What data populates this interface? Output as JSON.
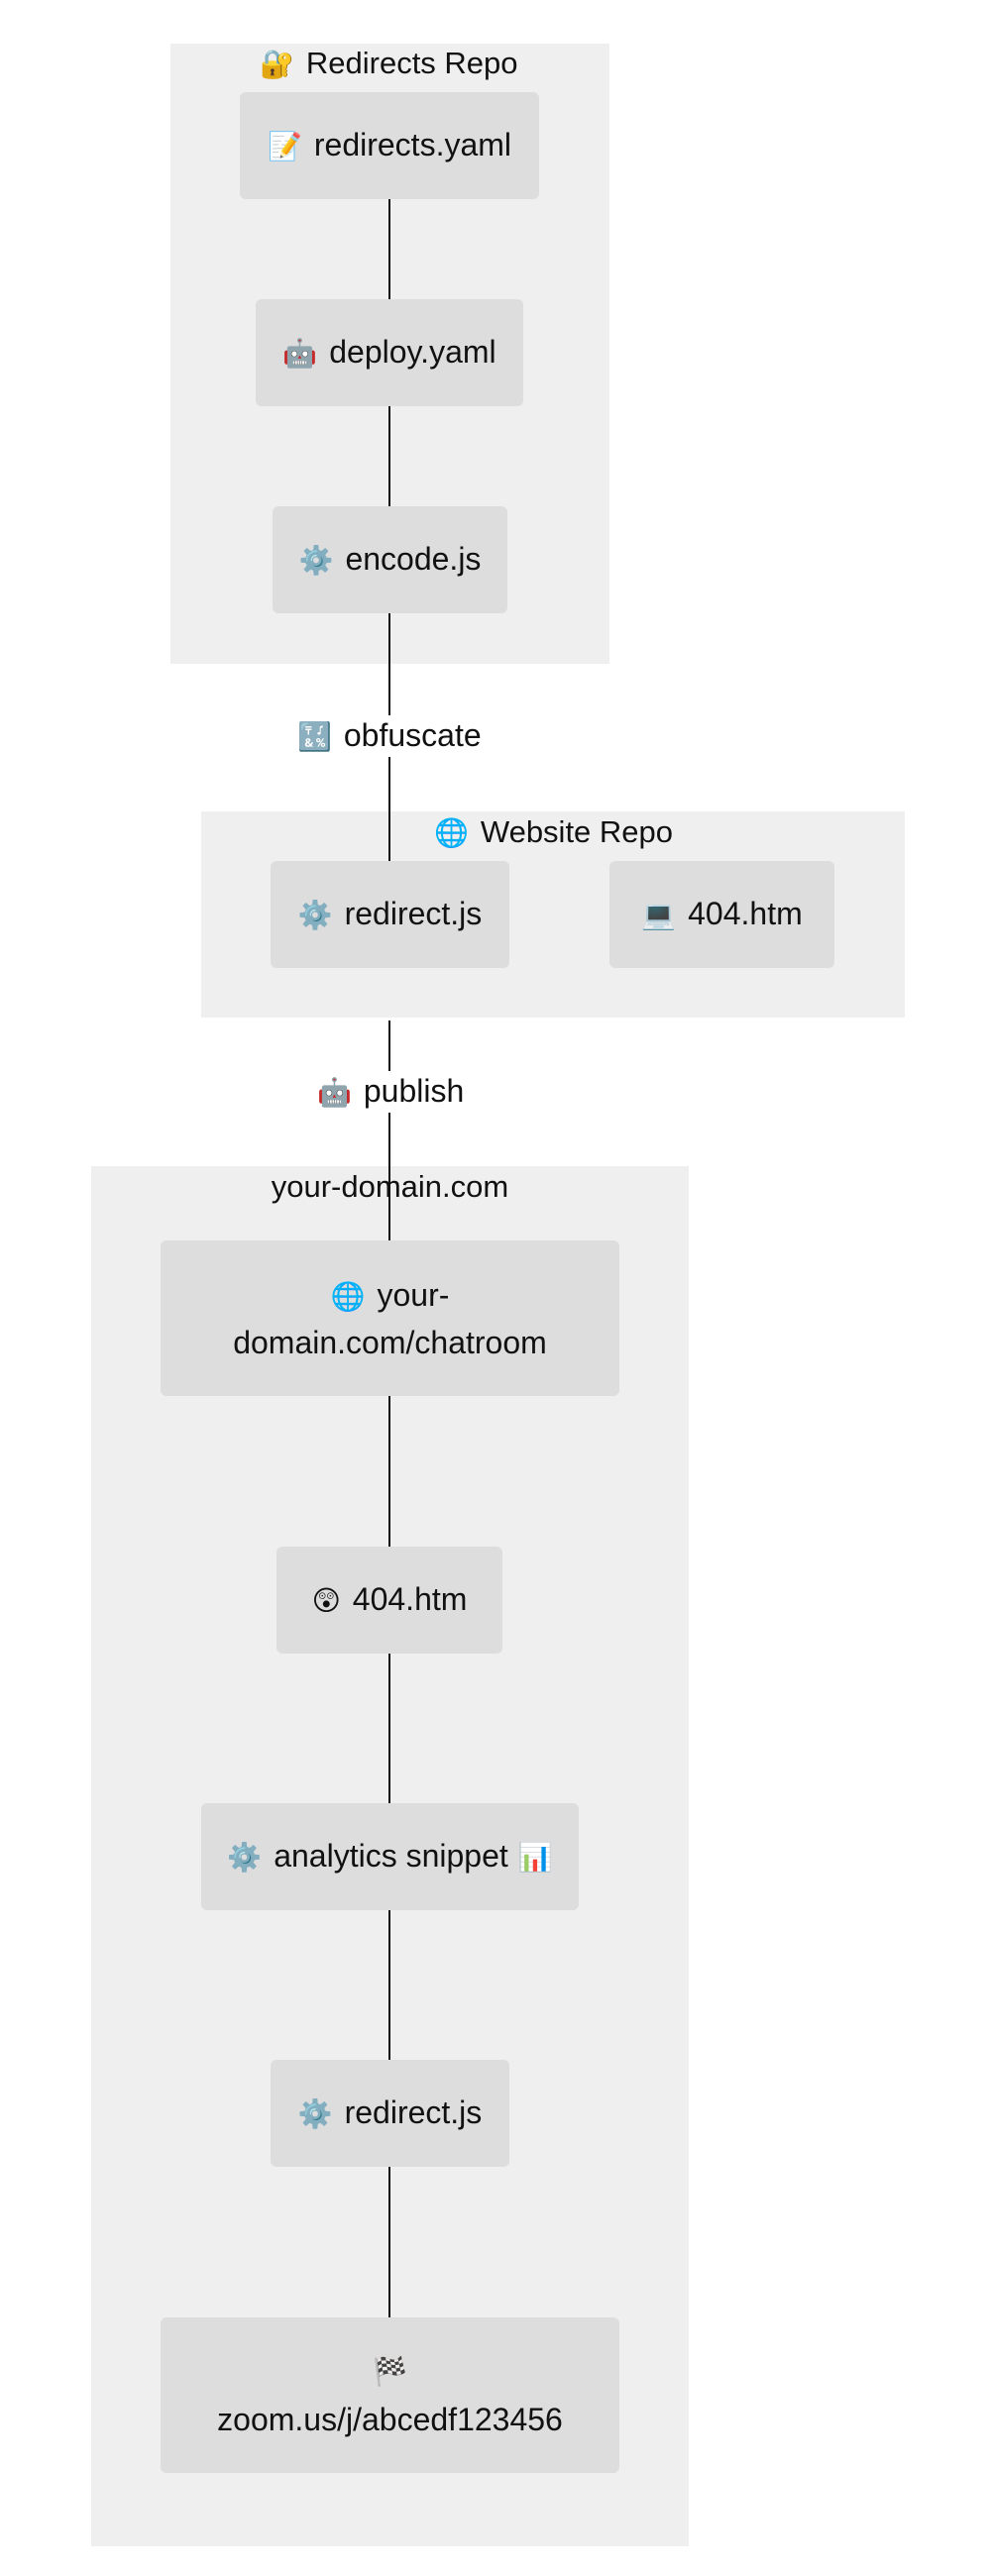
{
  "clusters": {
    "redirects_repo": {
      "title": "Redirects Repo",
      "icon": "lock-with-key-icon",
      "glyph": "🔐"
    },
    "website_repo": {
      "title": "Website Repo",
      "icon": "globe-icon",
      "glyph": "🌐"
    },
    "domain": {
      "title": "your-domain.com"
    }
  },
  "nodes": {
    "redirects_yaml": {
      "label": "redirects.yaml",
      "icon": "memo-icon",
      "glyph": "📝"
    },
    "deploy_yaml": {
      "label": "deploy.yaml",
      "icon": "robot-icon",
      "glyph": "🤖"
    },
    "encode_js": {
      "label": "encode.js",
      "icon": "gear-icon",
      "glyph": "⚙️"
    },
    "redirect_js_site": {
      "label": "redirect.js",
      "icon": "gear-icon",
      "glyph": "⚙️"
    },
    "404_site": {
      "label": "404.htm",
      "icon": "laptop-icon",
      "glyph": "💻"
    },
    "chatroom_url": {
      "label": "your-domain.com/chatroom",
      "icon": "globe-icon",
      "glyph": "🌐"
    },
    "404_domain": {
      "label": "404.htm",
      "icon": "astonished-face-icon",
      "glyph": "😲"
    },
    "analytics": {
      "label": "analytics snippet",
      "icon": "gear-icon",
      "glyph": "⚙️",
      "icon2": "bar-chart-icon",
      "glyph2": "📊"
    },
    "redirect_js_domain": {
      "label": "redirect.js",
      "icon": "gear-icon",
      "glyph": "⚙️"
    },
    "zoom_url": {
      "label": "zoom.us/j/abcedf123456",
      "icon": "checkered-flag-icon",
      "glyph": "🏁"
    }
  },
  "edge_labels": {
    "obfuscate": {
      "label": "obfuscate",
      "icon": "symbols-icon",
      "glyph": "🔣"
    },
    "publish": {
      "label": "publish",
      "icon": "robot-icon",
      "glyph": "🤖"
    }
  }
}
